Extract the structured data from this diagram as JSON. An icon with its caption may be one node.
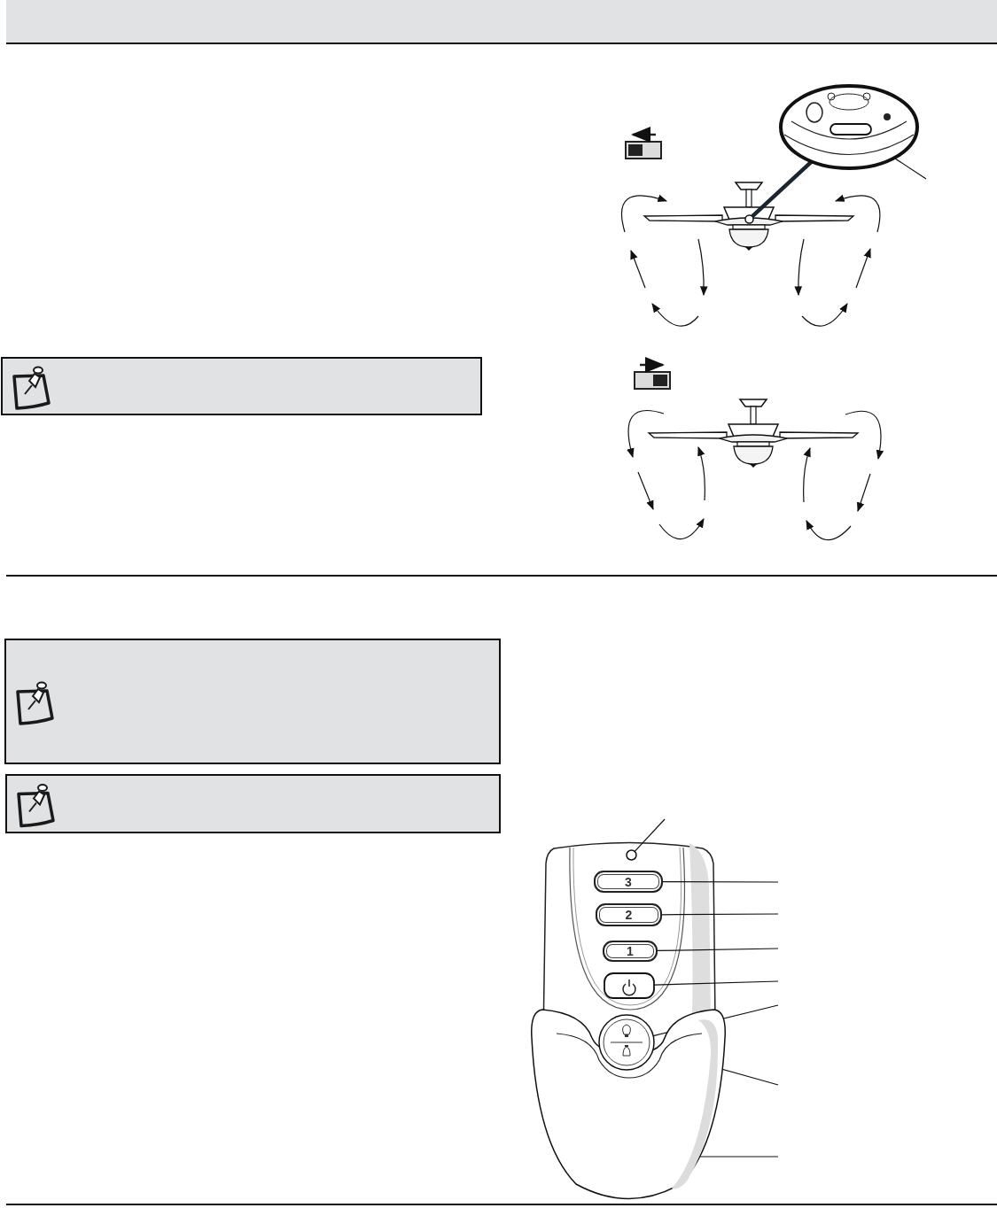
{
  "diagram": {
    "nodes": [
      {
        "text": [],
        "shape": "circle"
      },
      {
        "text": [],
        "shape": "box",
        "in": 0
      },
      {
        "text": [],
        "shape": "circle"
      },
      {
        "text": [],
        "shape": "circle"
      },
      {
        "text": [
          "3"
        ]
      },
      {
        "text": [
          "2"
        ]
      },
      {
        "text": [
          "1"
        ]
      },
      {
        "text": [],
        "shape": "box"
      },
      {
        "text": [],
        "shape": "circle"
      },
      {
        "text": [],
        "shape": "picture"
      }
    ],
    "edges": [
      {
        "from": 2,
        "to": 0,
        "arrow": "none",
        "style": "thick"
      },
      {
        "from": null,
        "to": 1,
        "arrow": "none"
      },
      {
        "from": null,
        "to": 3,
        "arrow": "none"
      },
      {
        "from": null,
        "to": 4,
        "arrow": "none"
      },
      {
        "from": null,
        "to": 5,
        "arrow": "none"
      },
      {
        "from": null,
        "to": 6,
        "arrow": "none"
      },
      {
        "from": null,
        "to": 7,
        "arrow": "none"
      },
      {
        "from": null,
        "to": 8,
        "arrow": "none"
      },
      {
        "from": null,
        "to": 8,
        "arrow": "none"
      },
      {
        "from": null,
        "to": 9,
        "arrow": "none"
      }
    ]
  }
}
